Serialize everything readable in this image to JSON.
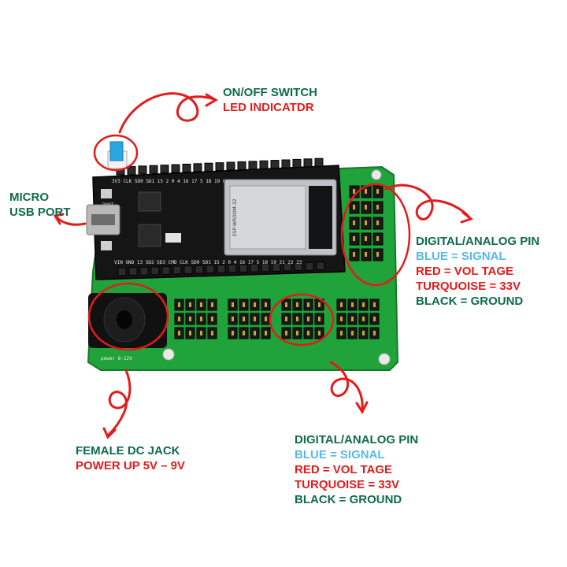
{
  "callouts": {
    "switch": {
      "line1": "ON/OFF SWITCH",
      "line2": "LED INDICATDR"
    },
    "usb": {
      "line1": "MICRO",
      "line2": "USB PORT"
    },
    "pins_right": {
      "title": "DIGITAL/ANALOG PIN",
      "signal": "BLUE = SIGNAL",
      "voltage": "RED = VOL TAGE",
      "turquoise": "TURQUOISE = 33V",
      "ground": "BLACK = GROUND"
    },
    "dc_jack": {
      "line1": "FEMALE DC JACK",
      "line2": "POWER UP 5V – 9V"
    },
    "pins_bottom": {
      "title": "DIGITAL/ANALOG PIN",
      "signal": "BLUE = SIGNAL",
      "voltage": "RED = VOL TAGE",
      "turquoise": "TURQUOISE = 33V",
      "ground": "BLACK = GROUND"
    }
  },
  "board": {
    "module_text": "ESP-WROOM-32",
    "silk_top": "3V3 CLK SD0 SD1 15 2 0 4 16 17 5 18 19 GND 21 RX TX 22 23 GND",
    "silk_bottom": "VIN GND 13 SD2 SD3 CMD CLK SD0 SD1 15 2 0 4 16 17 5 18 19 21 22 23",
    "boot_label": "BOOT",
    "power_silk": "power 6-12V"
  },
  "colors": {
    "pcb_green": "#1fa33a",
    "annotation_red": "#e31b1b",
    "label_green": "#0f6b4a",
    "label_blue": "#58b9e6"
  }
}
